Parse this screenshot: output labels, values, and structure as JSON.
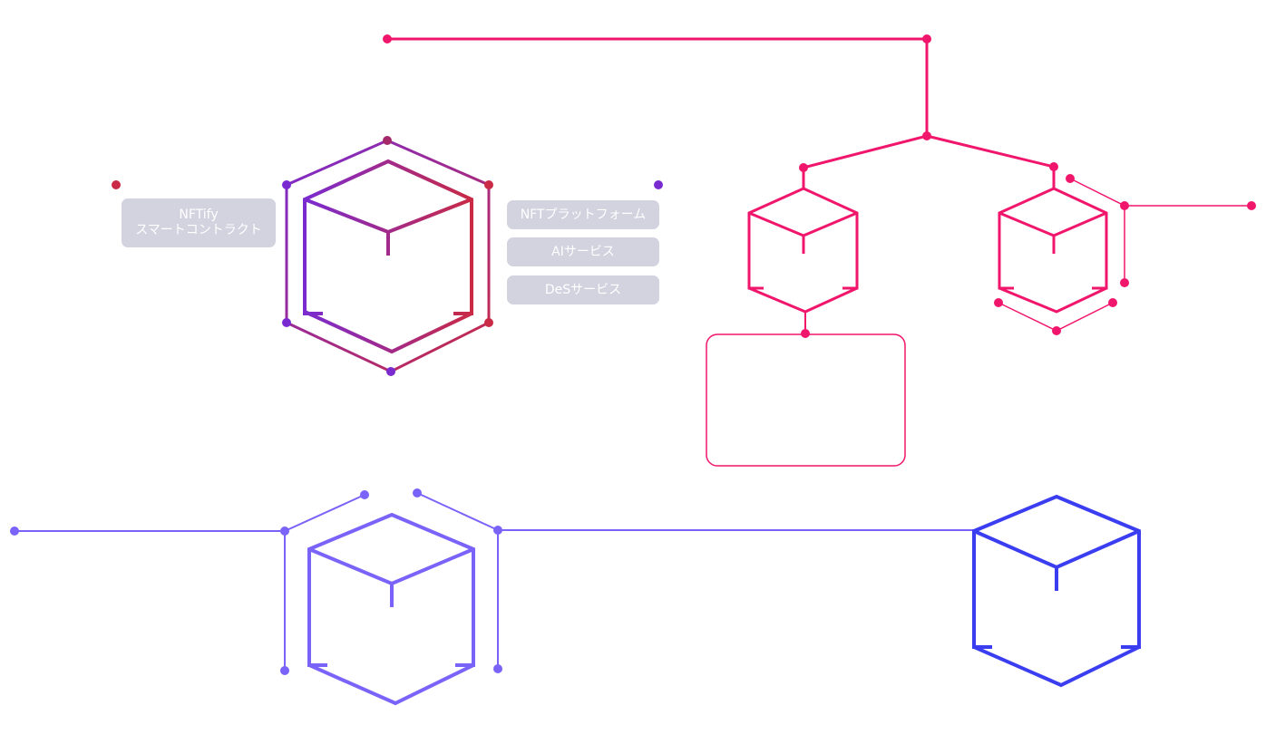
{
  "labels": {
    "contract_line1": "NFTify",
    "contract_line2": "スマートコントラクト",
    "platform": "NFTプラットフォーム",
    "ai_service": "AIサービス",
    "des_service": "DeSサービス"
  },
  "colors": {
    "magenta": "#f0166c",
    "purple": "#7a2bd0",
    "crimson": "#c92a45",
    "violet": "#7a63f8",
    "blue": "#3b3df0",
    "pill_bg": "#d3d2df",
    "pill_text": "#ffffff"
  }
}
